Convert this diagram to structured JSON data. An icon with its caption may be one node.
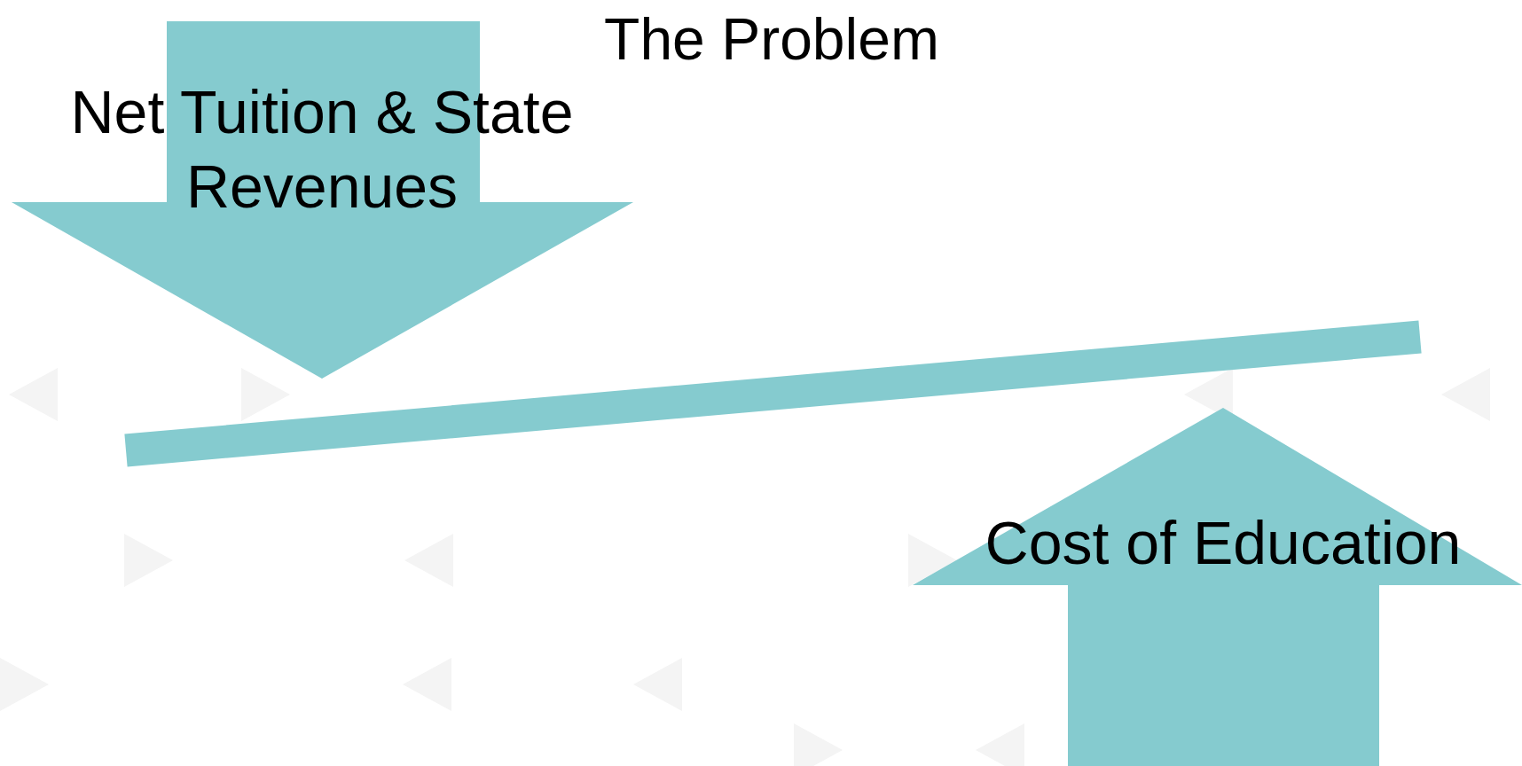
{
  "diagram": {
    "title": "The Problem",
    "nodes": [
      {
        "text": [
          "Net Tuition & State Revenues"
        ]
      },
      {
        "text": [
          "Cost of Education"
        ]
      }
    ]
  }
}
